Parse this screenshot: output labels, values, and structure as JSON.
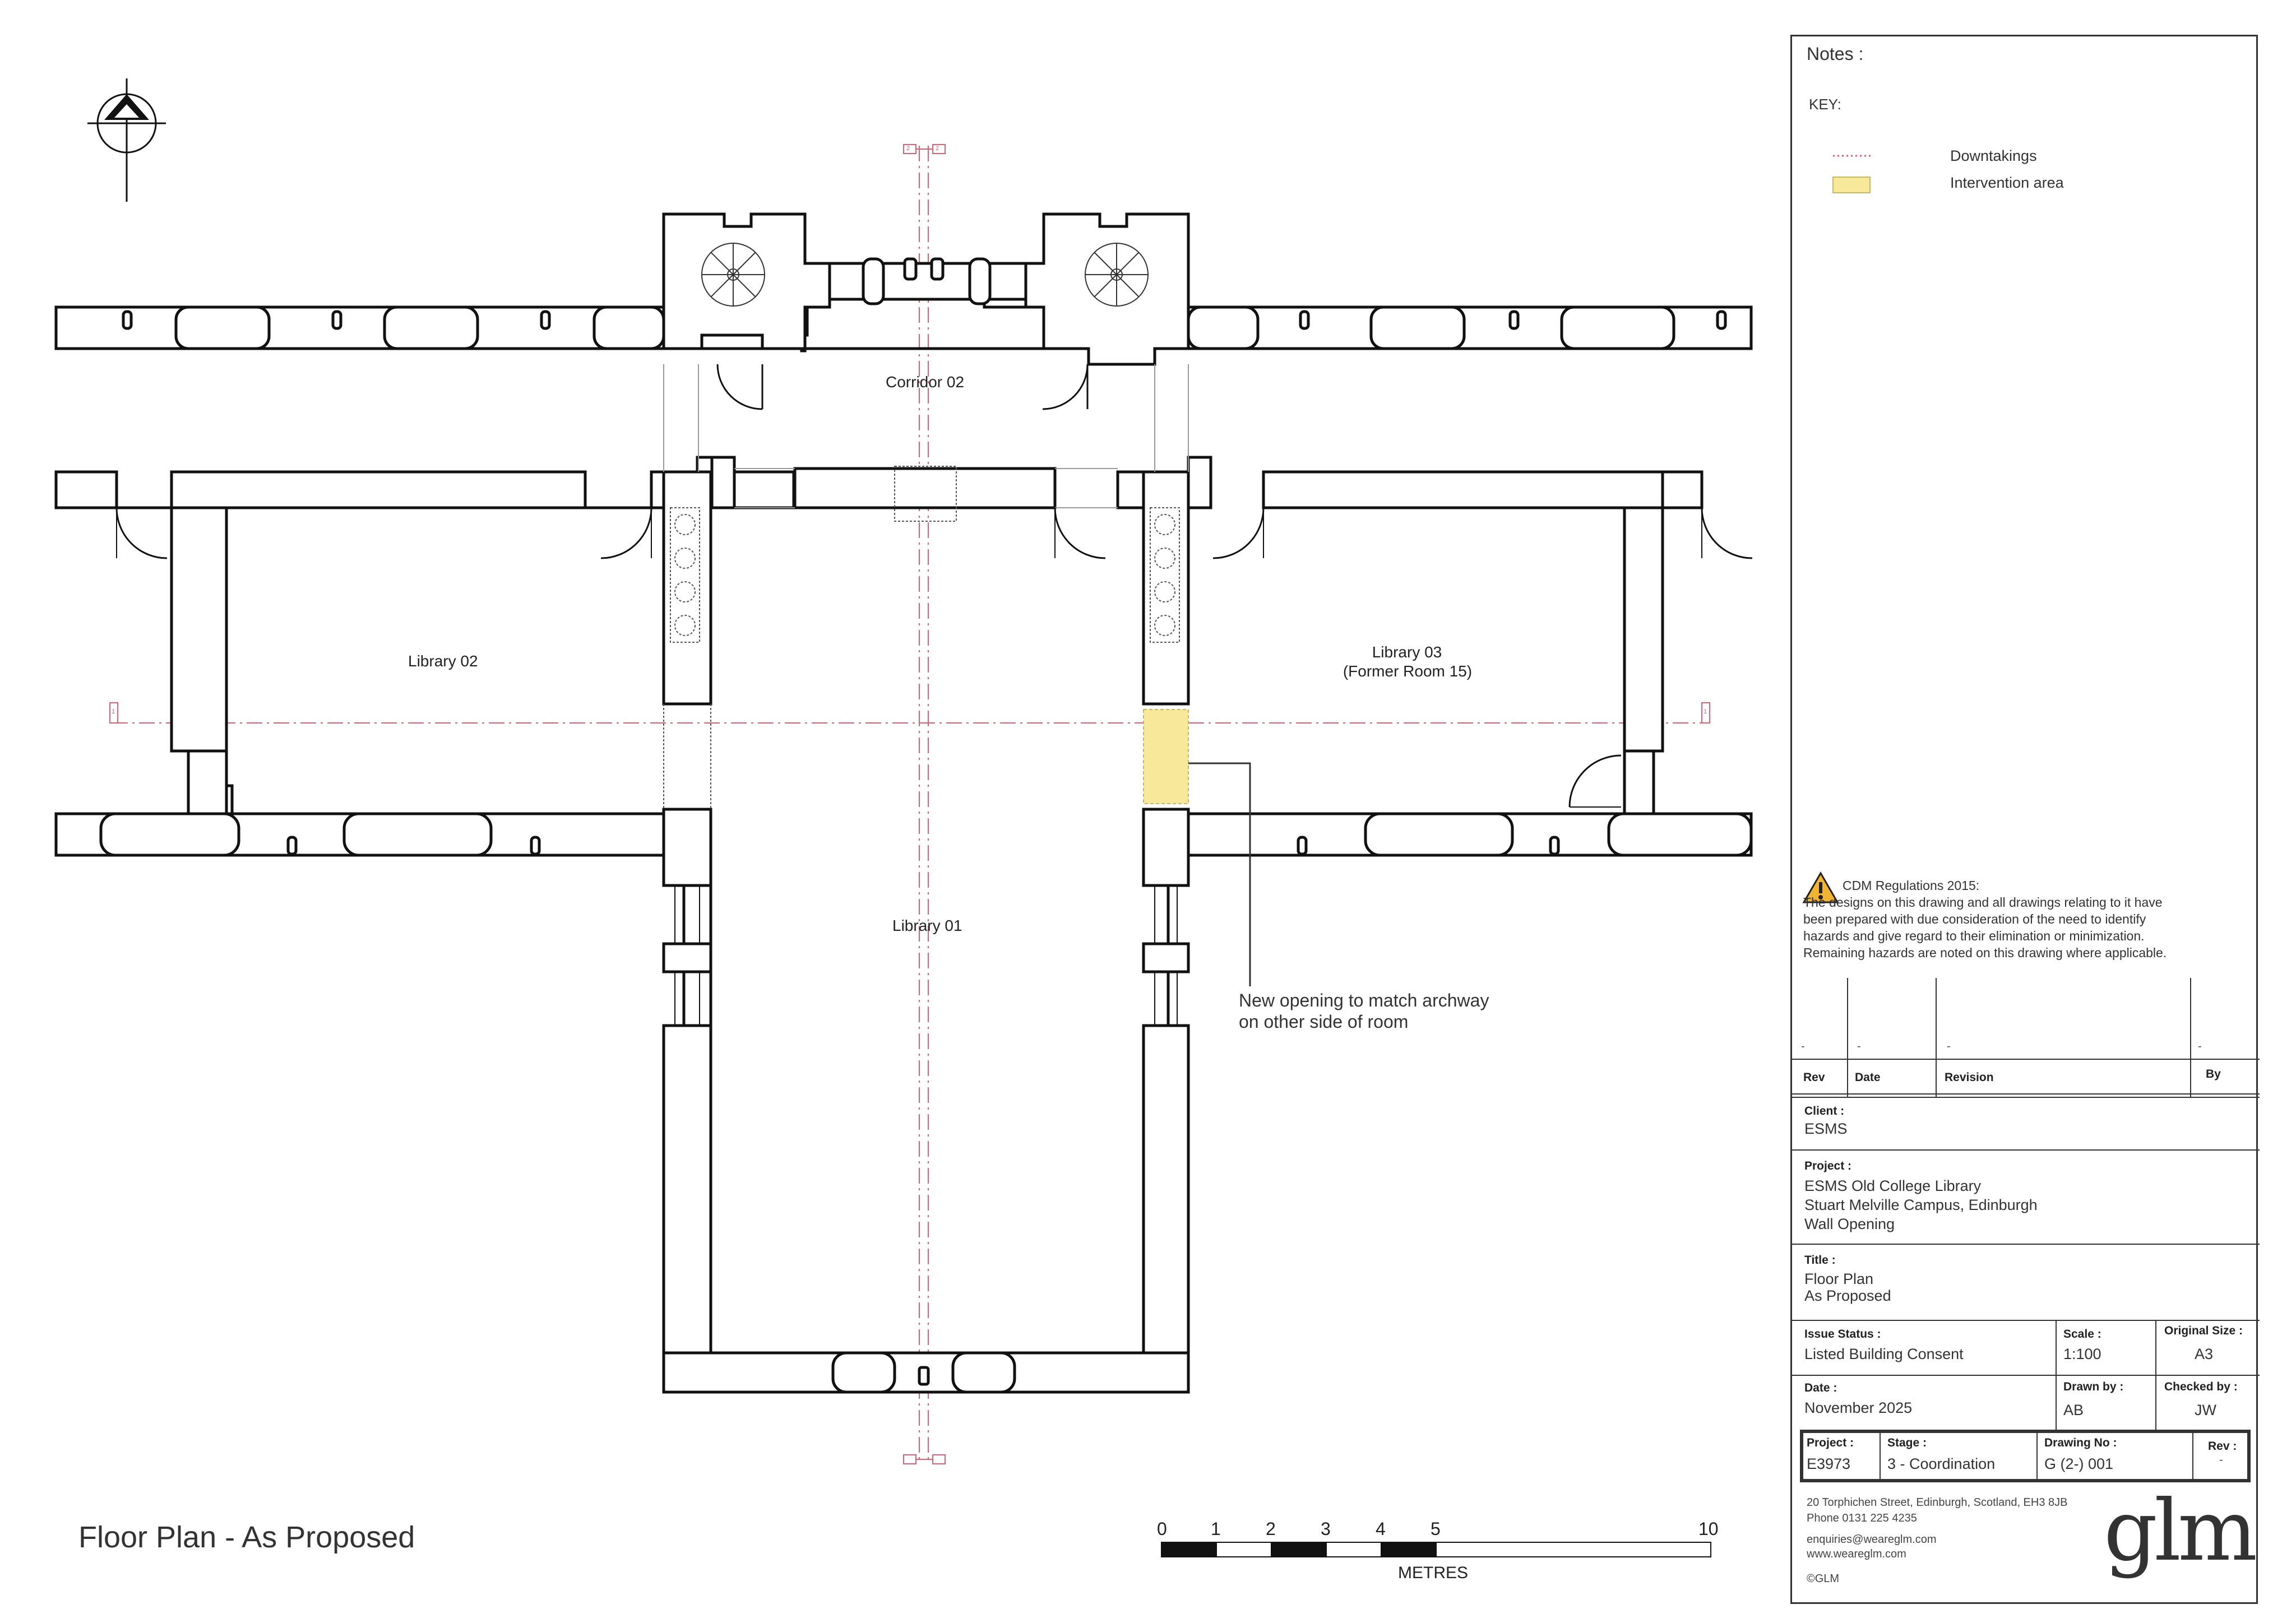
{
  "drawing_title": "Floor Plan - As Proposed",
  "rooms": {
    "corridor": "Corridor 02",
    "library_02": "Library 02",
    "library_03_line1": "Library 03",
    "library_03_line2": "(Former Room 15)",
    "library_01": "Library 01"
  },
  "annotation": {
    "line1": "New opening to match archway",
    "line2": "on other side of room"
  },
  "section_markers": {
    "a": "2",
    "b": "2",
    "c": "1",
    "d": "1"
  },
  "scale_bar": {
    "ticks": [
      "0",
      "1",
      "2",
      "3",
      "4",
      "5",
      "10"
    ],
    "unit": "METRES"
  },
  "colors": {
    "intervention": "#f8e89a",
    "downtaking": "#e06070",
    "wall": "#111111"
  },
  "title_block": {
    "notes_label": "Notes :",
    "key_label": "KEY:",
    "key_items": [
      {
        "label": "Downtakings"
      },
      {
        "label": "Intervention area"
      }
    ],
    "cdm_heading": "CDM Regulations 2015:",
    "cdm_lines": [
      "The designs on this drawing and all drawings relating to it have",
      "been prepared with due consideration of the need to identify",
      "hazards and give regard to their elimination or minimization.",
      "Remaining hazards are noted on this drawing where applicable."
    ],
    "rev_dash": "-",
    "rev_headers": {
      "rev": "Rev",
      "date": "Date",
      "revision": "Revision",
      "by": "By"
    },
    "client_label": "Client :",
    "client": "ESMS",
    "project_label": "Project :",
    "project_lines": [
      "ESMS Old College Library",
      "Stuart Melville Campus, Edinburgh",
      "Wall Opening"
    ],
    "title_label": "Title :",
    "title_lines": [
      "Floor Plan",
      "As Proposed"
    ],
    "issue_status_label": "Issue Status :",
    "issue_status": "Listed Building Consent",
    "scale_label": "Scale :",
    "scale": "1:100",
    "original_size_label": "Original Size :",
    "original_size": "A3",
    "date_label": "Date :",
    "date": "November 2025",
    "drawn_by_label": "Drawn by :",
    "drawn_by": "AB",
    "checked_by_label": "Checked by :",
    "checked_by": "JW",
    "project_no_label": "Project :",
    "project_no": "E3973",
    "stage_label": "Stage :",
    "stage": "3 - Coordination",
    "drawing_no_label": "Drawing No :",
    "drawing_no": "G (2-) 001",
    "rev_label": "Rev :",
    "rev": "-",
    "address_lines": [
      "20 Torphichen Street, Edinburgh, Scotland, EH3 8JB",
      "Phone 0131 225 4235"
    ],
    "contact_lines": [
      "enquiries@weareglm.com",
      "www.weareglm.com"
    ],
    "copyright": "©GLM",
    "logo": "glm"
  }
}
